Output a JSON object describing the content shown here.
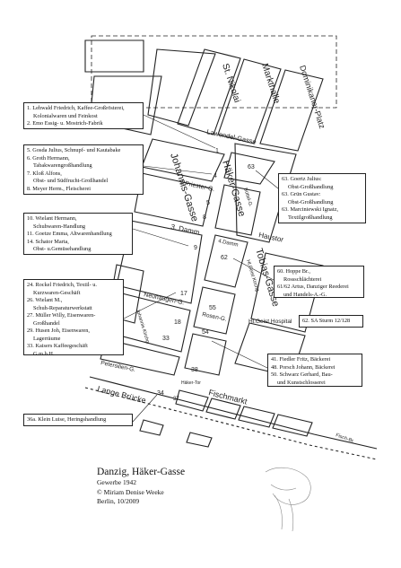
{
  "map": {
    "streets": {
      "lawendel": "Lawendel-Gasse",
      "johannis": "Johannis-Gasse",
      "haeker": "Häker-Gasse",
      "tobias": "Tobias-Gasse",
      "priester": "2.Priester-G.",
      "damm3": "3. Damm",
      "damm4": "4.Damm",
      "haustor": "Haustor",
      "buttel": "Büttel-G.",
      "hlgeist_kirchg": "Hl.Geist Kirchg.",
      "neunaugen": "Neunaugen-G.",
      "johannis_kirchg": "Johannis Kirchg.",
      "rosen": "Rosen-G.",
      "petersilien": "Petersilien-G.",
      "lange_bruecke": "Lange Brücke",
      "fischmarkt": "Fischmarkt",
      "haekertor": "Häker-Tor",
      "fischbr": "Fisch-Br."
    },
    "buildings": {
      "nikolai": "St. Nikolai",
      "markthalle": "Markthalle",
      "dominikaner": "Dominikaner-Platz",
      "hospital": "Hl.Geist Hospital"
    },
    "numbers": [
      "1",
      "4",
      "63",
      "5",
      "8",
      "9",
      "62",
      "17",
      "55",
      "18",
      "54",
      "33",
      "38",
      "34",
      "37"
    ]
  },
  "legend": {
    "box_a": [
      "1. Lehwald Friedrich, Kaffee-Großrösterei,",
      "Kolonialwaren und Feinkost",
      "2. Emo Essig- u. Mostrich-Fabrik"
    ],
    "box_b": [
      "5. Gosda Julius, Schnupf- und Kautabake",
      "6. Groth Hermann,",
      "Tabakwarengroßhandlung",
      "7. Kloß Alfons,",
      "Obst- und Südfrucht-Großhandel",
      "8. Meyer Herm., Fleischerei"
    ],
    "box_c": [
      "10. Wielant Hermann,",
      "Schuhwaren-Handlung",
      "11. Goetze Emma, Altwarenhandlung",
      "14. Schator Marta,",
      "Obst- u.Gemüsehandlung"
    ],
    "box_d": [
      "24. Rockel Friedrich, Textil- u.",
      "Kurzwaren-Geschäft",
      "26. Wielant M.,",
      "Schuh-Reparaturwerkstatt",
      "27. Müller Willy, Eisenwaren-",
      "Großhandel",
      "29. Husen Joh, Eisenwaren,",
      "Lagerräume",
      "33. Kaisers Kaffeegeschäft",
      "G.m.b.H."
    ],
    "box_e": [
      "36a. Klein Luise, Heringshandlung"
    ],
    "box_f": [
      "63. Goertz Julius:",
      "Obst-Großhandlung",
      "63. Grün Gustav:",
      "Obst-Großhandlung",
      "63. Marciniewski Ignatz,",
      "Textilgroßhandlung"
    ],
    "box_g": [
      "60. Hoppe Br.,",
      "Rossschlächterei",
      "61/62 Artus, Danziger Reederei",
      "und Handels-A.-G."
    ],
    "box_h": [
      "62. SA Sturm 12/128"
    ],
    "box_i": [
      "41. Fiedler Fritz, Bäckerei",
      "48. Porsch Johann, Bäckerei",
      "50. Schwarz Gerhard, Bau-",
      "und Kunstschlosserei"
    ]
  },
  "caption": {
    "title": "Danzig, Häker-Gasse",
    "line1": "Gewerbe 1942",
    "line2": "© Miriam Denise Weeke",
    "line3": "Berlin, 10/2009"
  }
}
